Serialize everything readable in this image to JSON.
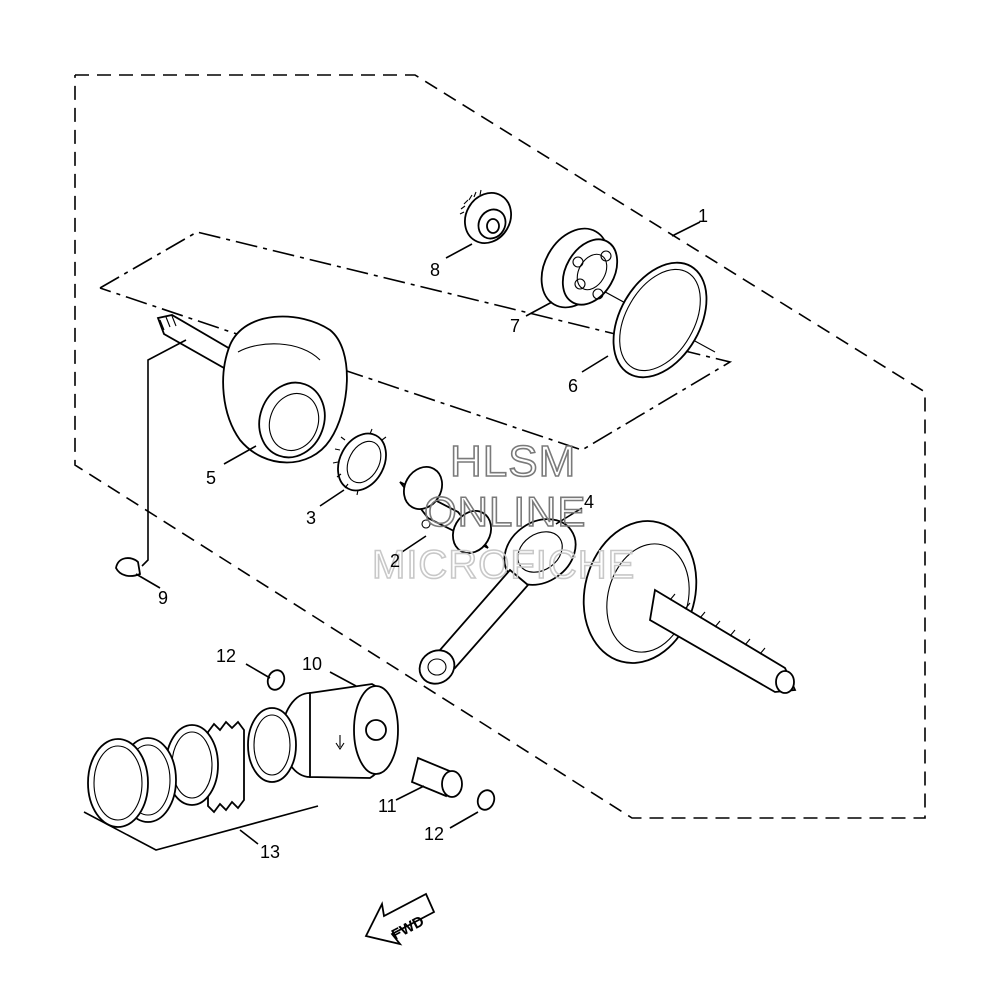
{
  "callouts": [
    {
      "id": "1",
      "label": "1",
      "part": "crankshaft-assembly"
    },
    {
      "id": "2",
      "label": "2",
      "part": "crank-pin"
    },
    {
      "id": "3",
      "label": "3",
      "part": "needle-bearing"
    },
    {
      "id": "4",
      "label": "4",
      "part": "connecting-rod"
    },
    {
      "id": "5",
      "label": "5",
      "part": "crank-left"
    },
    {
      "id": "6",
      "label": "6",
      "part": "circlip"
    },
    {
      "id": "7",
      "label": "7",
      "part": "ball-bearing"
    },
    {
      "id": "8",
      "label": "8",
      "part": "pinion-gear"
    },
    {
      "id": "9",
      "label": "9",
      "part": "woodruff-key"
    },
    {
      "id": "10",
      "label": "10",
      "part": "piston"
    },
    {
      "id": "11",
      "label": "11",
      "part": "piston-pin"
    },
    {
      "id": "12a",
      "label": "12",
      "part": "piston-pin-clip-left"
    },
    {
      "id": "12b",
      "label": "12",
      "part": "piston-pin-clip-right"
    },
    {
      "id": "13",
      "label": "13",
      "part": "piston-ring-set"
    }
  ],
  "watermark": {
    "line1": "HLSM",
    "line2": "ONLINE",
    "line3": "MICROFICHE"
  },
  "fwd_label": "FWD",
  "colors": {
    "line": "#000000",
    "background": "#ffffff",
    "watermark_dark": "#7a7a7a",
    "watermark_light": "#c8c8c8"
  }
}
